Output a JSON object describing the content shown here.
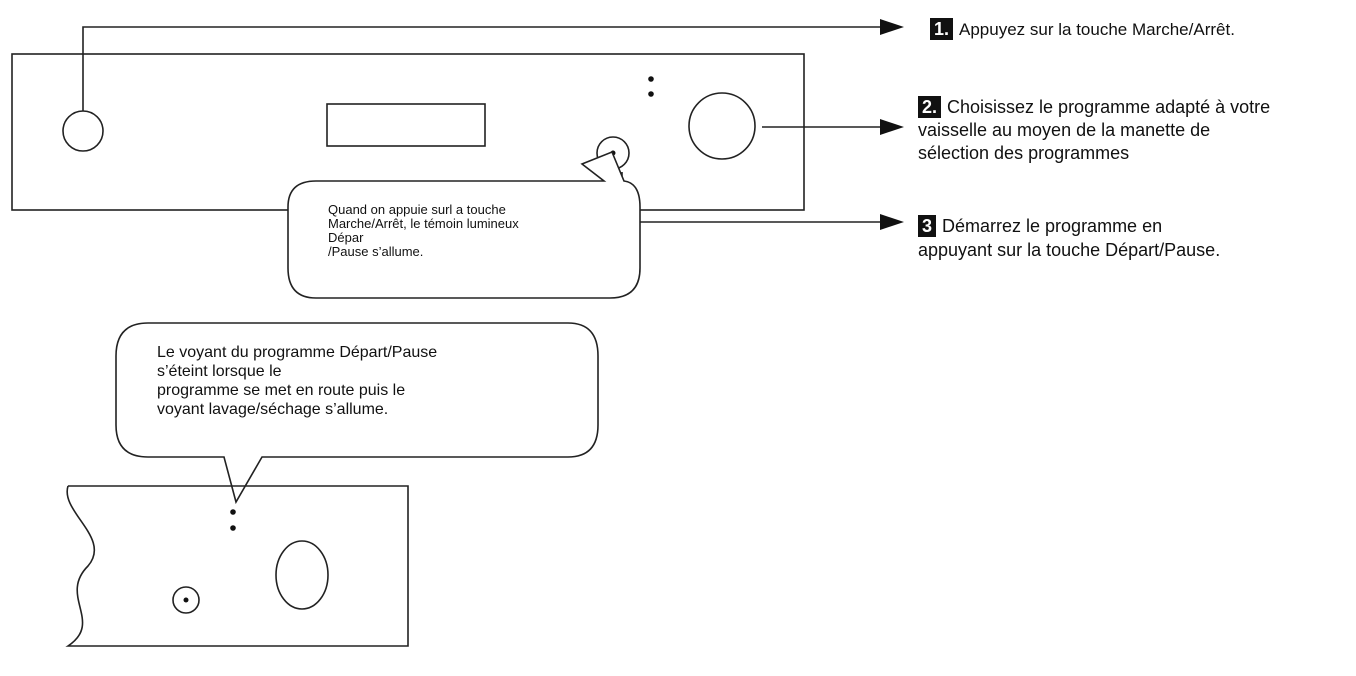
{
  "steps": [
    {
      "num": "1.",
      "lines": [
        "Appuyez sur la touche Marche/Arrêt."
      ]
    },
    {
      "num": "2.",
      "lines": [
        "Choisissez le programme adapté à votre",
        "vaisselle au moyen de la manette de",
        "sélection des programmes"
      ]
    },
    {
      "num": "3",
      "lines": [
        "Démarrez le programme en",
        "appuyant sur la touche Départ/Pause."
      ]
    }
  ],
  "bubble_top": {
    "lines": [
      "Quand on appuie surl a touche",
      "Marche/Arrêt, le témoin lumineux",
      "Dépar",
      "/Pause s’allume."
    ]
  },
  "bubble_bottom": {
    "lines": [
      "Le voyant du programme Départ/Pause",
      "s’éteint lorsque le",
      "programme se met en route puis le",
      "voyant lavage/séchage s’allume."
    ]
  }
}
